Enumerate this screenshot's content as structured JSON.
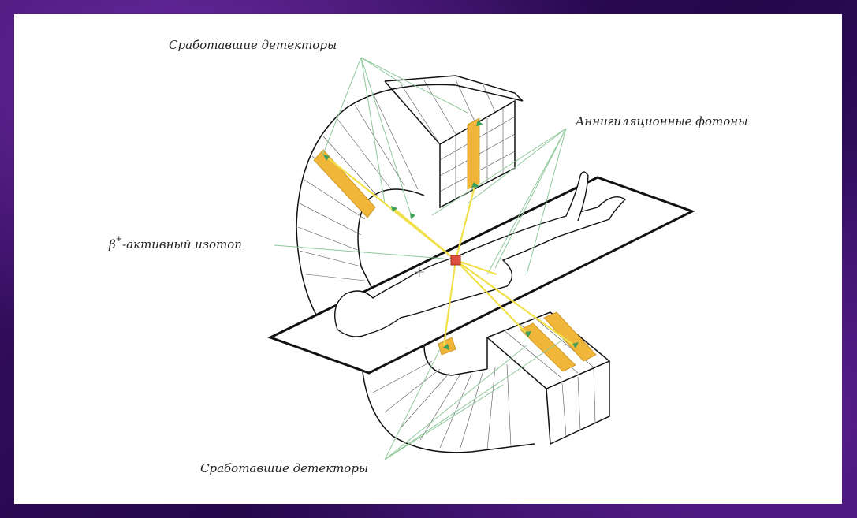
{
  "labels": {
    "triggered_detectors_top": "Сработавшие детекторы",
    "annihilation_photons": "Аннигиляционные фотоны",
    "beta_symbol": "β",
    "beta_superscript": "+",
    "active_isotope": "-активный изотоп",
    "triggered_detectors_bottom": "Сработавшие детекторы"
  },
  "colors": {
    "background": "#2a0a4a",
    "slide": "#ffffff",
    "outline": "#111111",
    "leader_lines": "#8fc79a",
    "photon_rays": "#f2e04a",
    "triggered_detector": "#f0b63a",
    "isotope": "#e05040"
  }
}
